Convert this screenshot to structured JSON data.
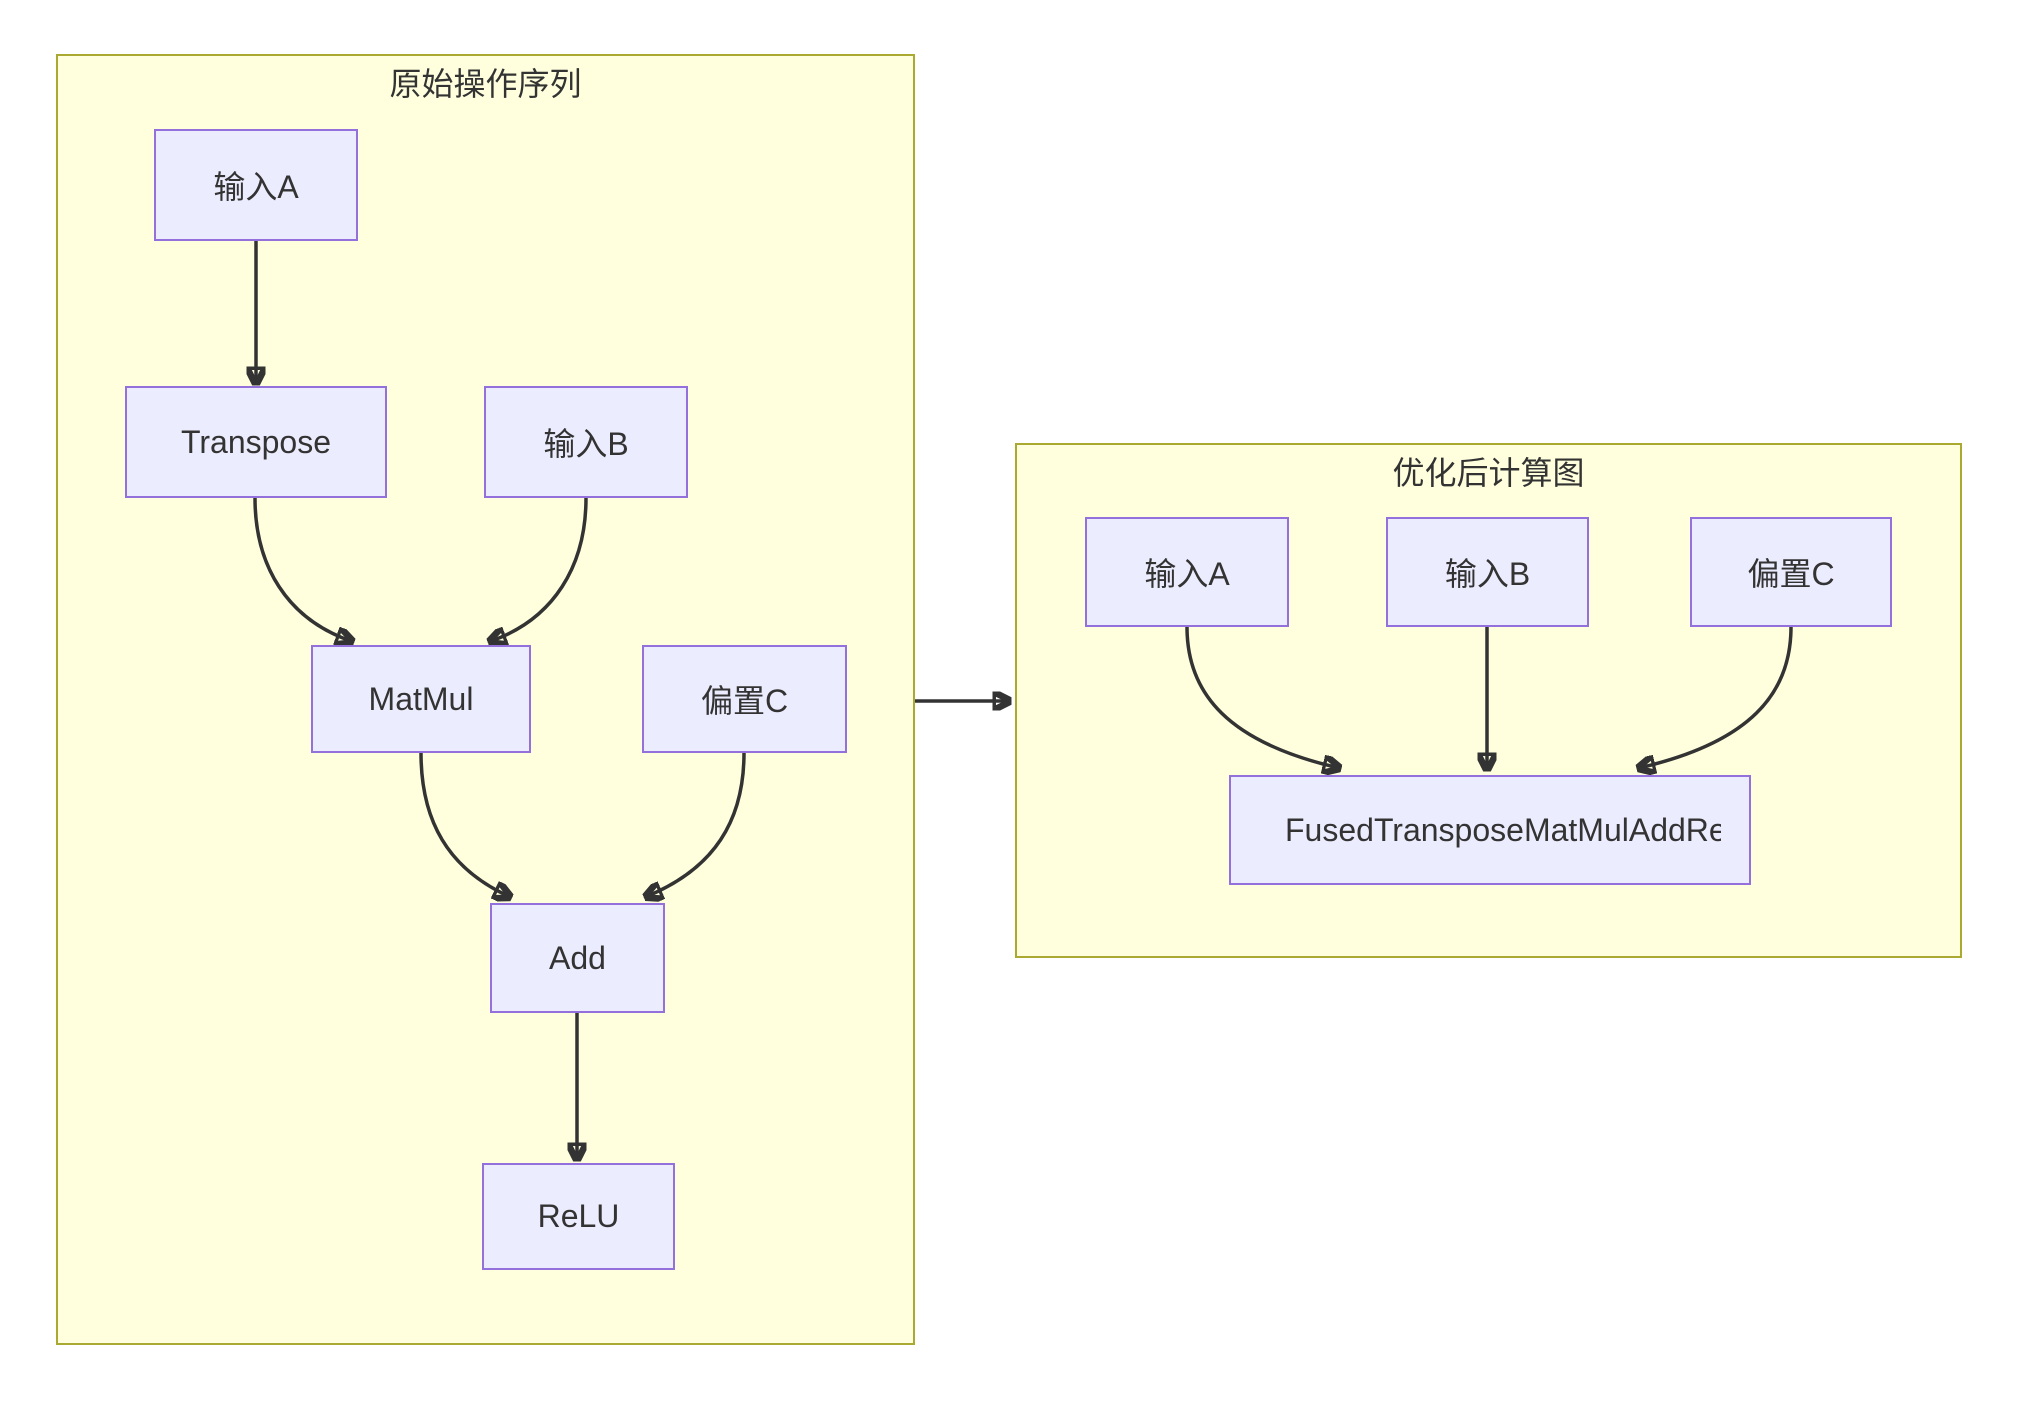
{
  "diagram": {
    "type": "flowchart",
    "colors": {
      "cluster_fill": "#FFFFDE",
      "cluster_border": "#AAAA33",
      "node_fill": "#ECECFF",
      "node_border": "#9370DB",
      "edge_color": "#333333",
      "text_color": "#333333"
    },
    "clusters": [
      {
        "title": "原始操作序列",
        "nodes": [
          {
            "label": "输入A"
          },
          {
            "label": "Transpose"
          },
          {
            "label": "输入B"
          },
          {
            "label": "MatMul"
          },
          {
            "label": "偏置C"
          },
          {
            "label": "Add"
          },
          {
            "label": "ReLU"
          }
        ],
        "edges": [
          {
            "from": "输入A",
            "to": "Transpose"
          },
          {
            "from": "Transpose",
            "to": "MatMul"
          },
          {
            "from": "输入B",
            "to": "MatMul"
          },
          {
            "from": "MatMul",
            "to": "Add"
          },
          {
            "from": "偏置C",
            "to": "Add"
          },
          {
            "from": "Add",
            "to": "ReLU"
          }
        ]
      },
      {
        "title": "优化后计算图",
        "nodes": [
          {
            "label": "输入A"
          },
          {
            "label": "输入B"
          },
          {
            "label": "偏置C"
          },
          {
            "label": "FusedTransposeMatMulAddReLU"
          }
        ],
        "edges": [
          {
            "from": "输入A",
            "to": "FusedTransposeMatMulAddReLU"
          },
          {
            "from": "输入B",
            "to": "FusedTransposeMatMulAddReLU"
          },
          {
            "from": "偏置C",
            "to": "FusedTransposeMatMulAddReLU"
          }
        ]
      }
    ],
    "cluster_edges": [
      {
        "from": "原始操作序列",
        "to": "优化后计算图"
      }
    ]
  }
}
